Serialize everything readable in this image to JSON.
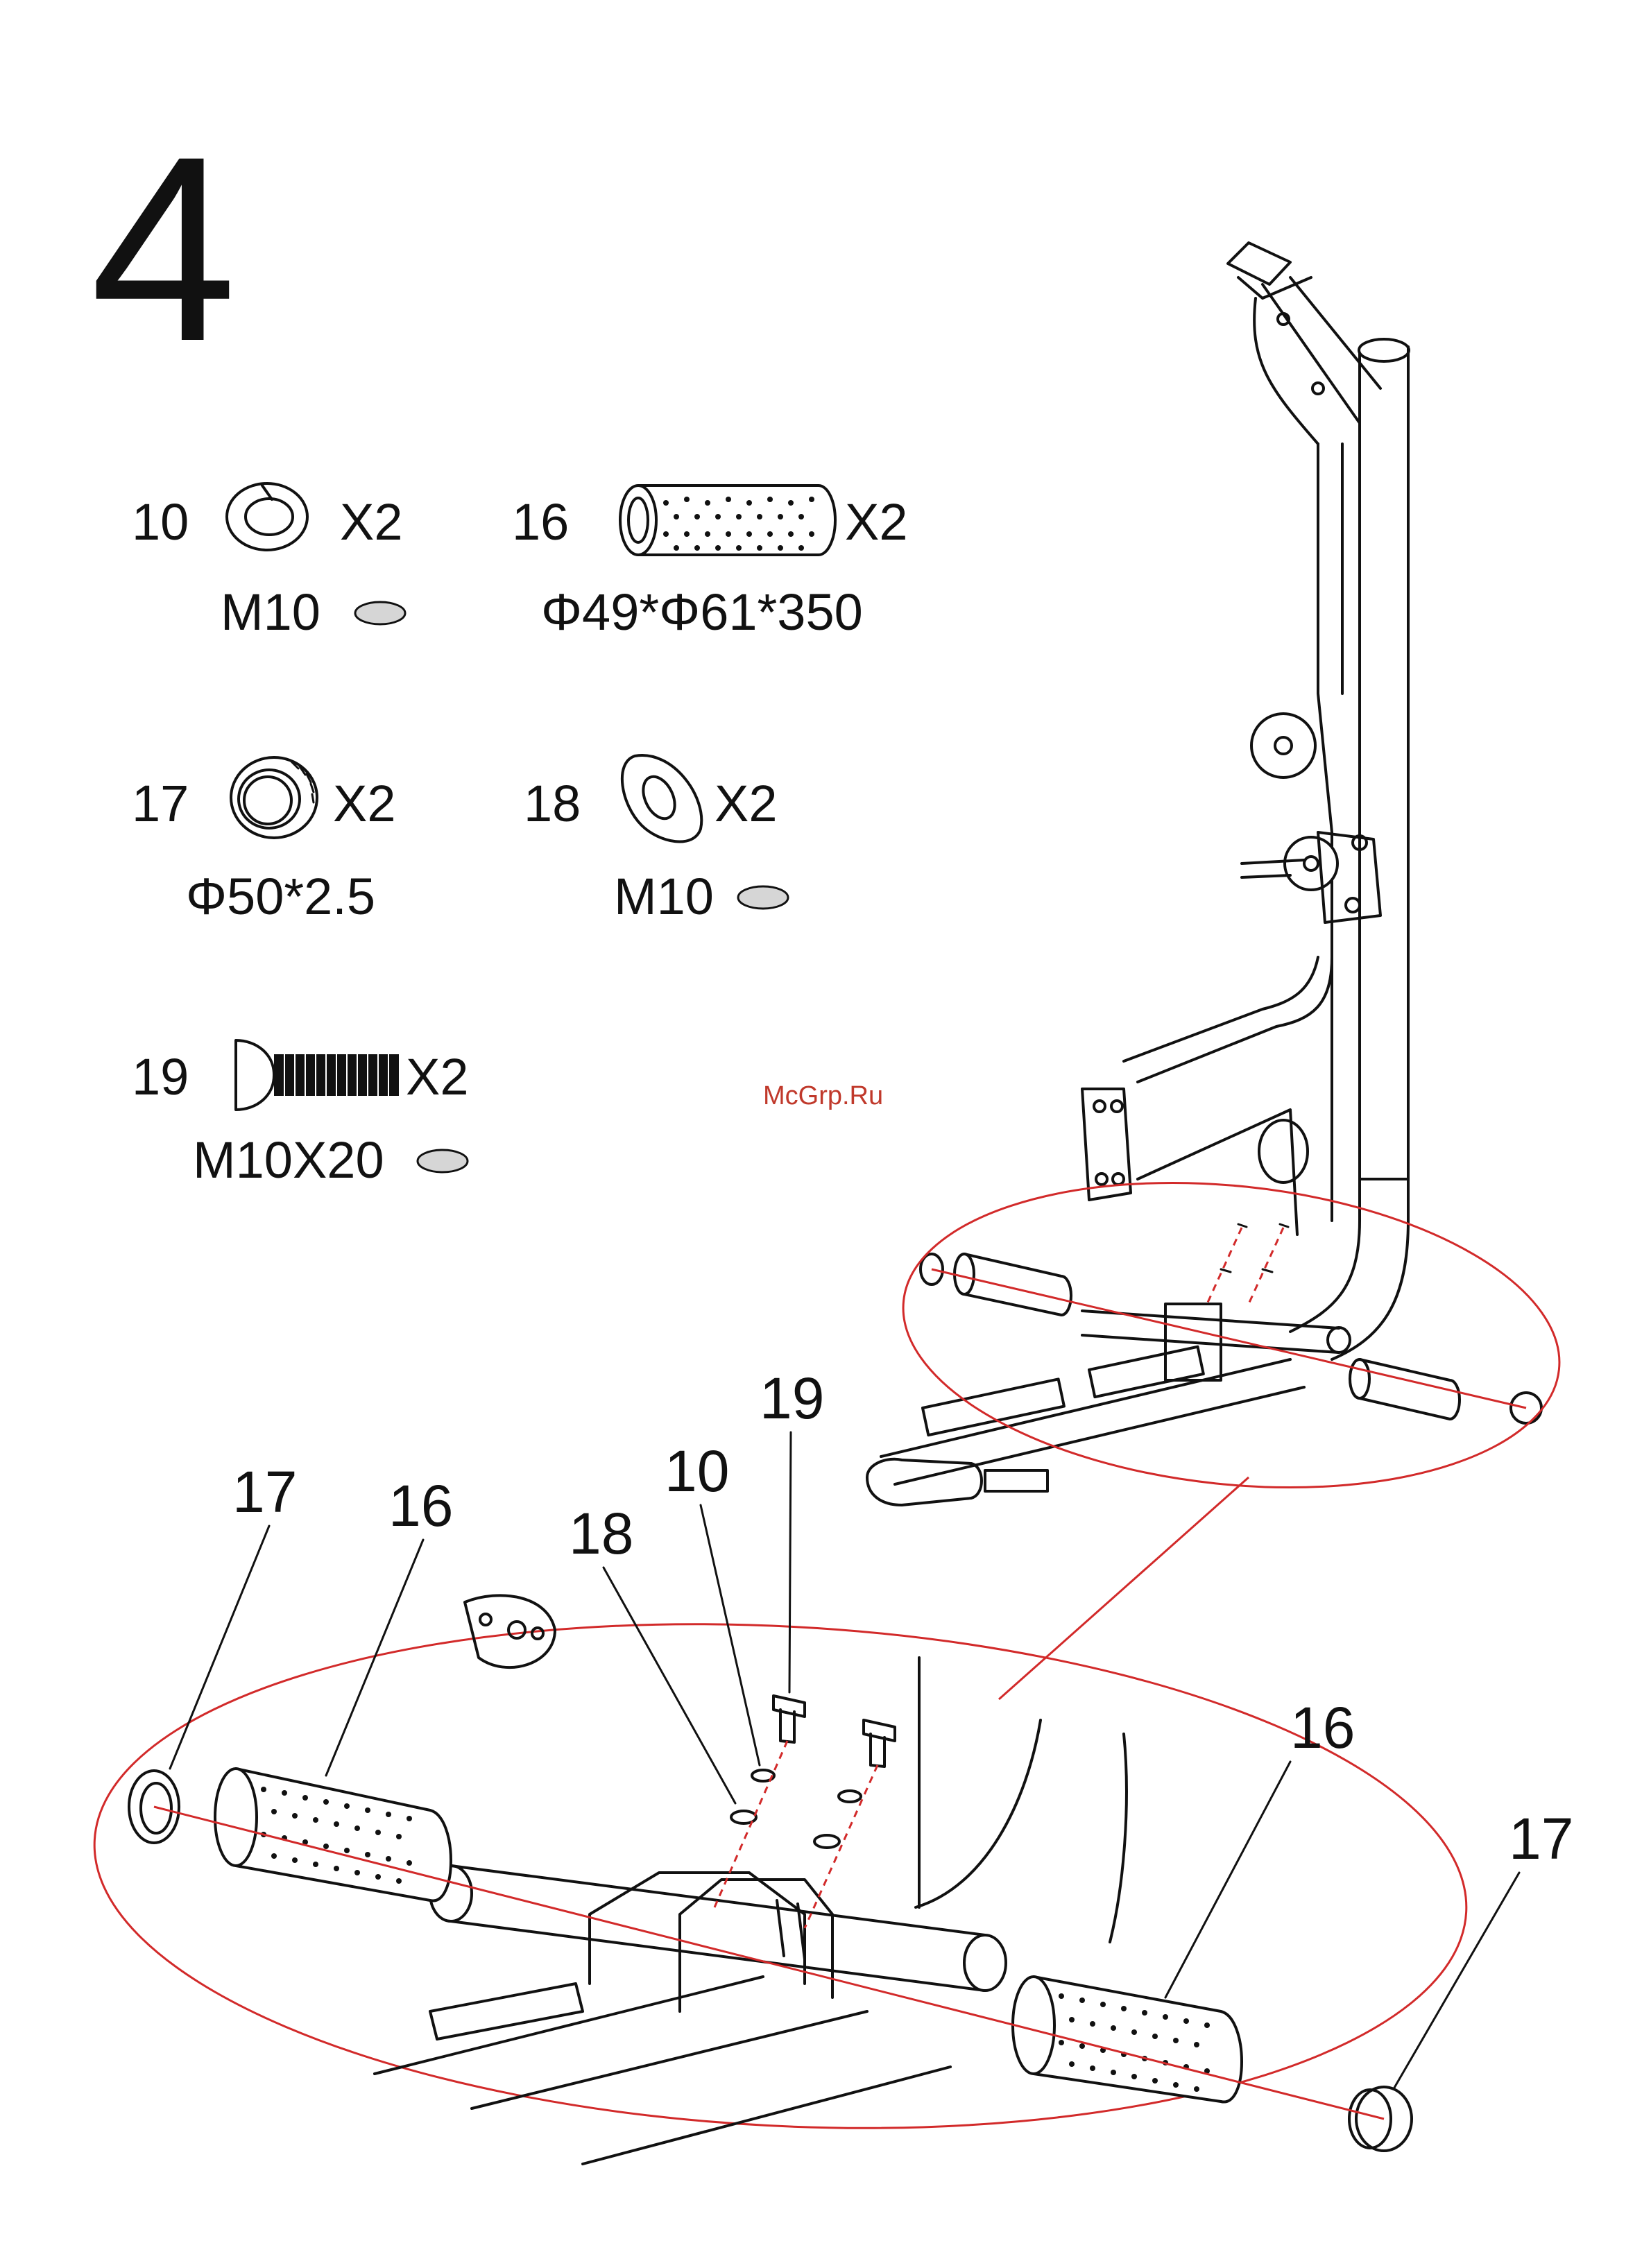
{
  "step_number": "4",
  "watermark": "McGrp.Ru",
  "colors": {
    "ink": "#111111",
    "callout": "#d22a2a",
    "washer_fill": "#d6d6d6",
    "watermark": "#c0392b"
  },
  "parts": [
    {
      "id": "10",
      "qty": "X2",
      "spec": "M10"
    },
    {
      "id": "16",
      "qty": "X2",
      "spec": "Φ49*Φ61*350"
    },
    {
      "id": "17",
      "qty": "X2",
      "spec": "Φ50*2.5"
    },
    {
      "id": "18",
      "qty": "X2",
      "spec": "M10"
    },
    {
      "id": "19",
      "qty": "X2",
      "spec": "M10X20"
    }
  ],
  "callouts": {
    "left_end_cap": "17",
    "left_grip": "16",
    "washer": "18",
    "spring_washer": "10",
    "bolt": "19",
    "right_grip": "16",
    "right_end_cap": "17"
  }
}
